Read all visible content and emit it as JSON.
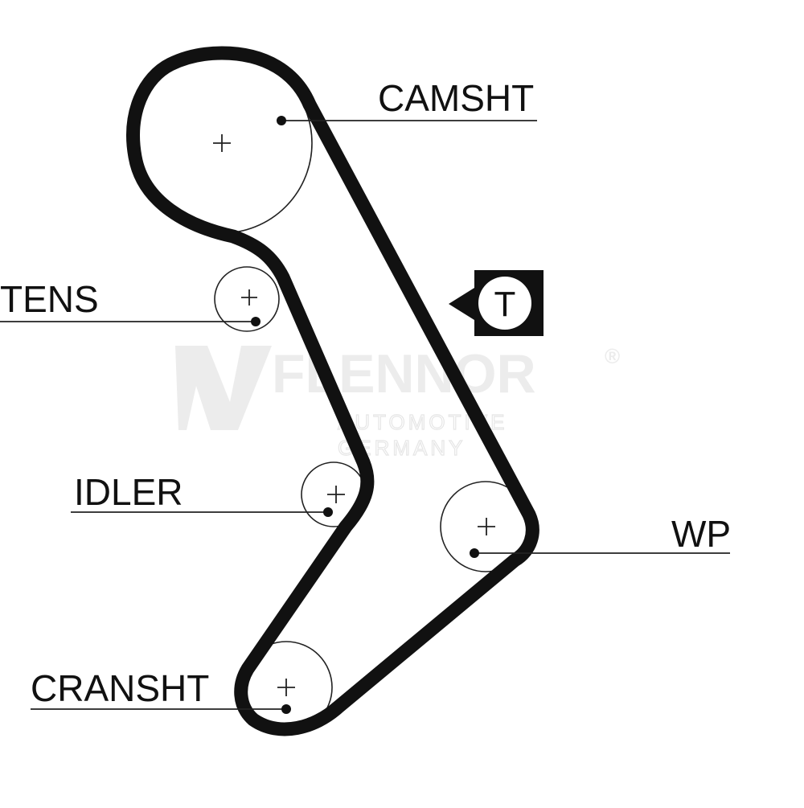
{
  "labels": {
    "camshaft": "CAMSHT",
    "tensioner": "TENS",
    "idler": "IDLER",
    "water_pump": "WP",
    "crankshaft": "CRANSHT"
  },
  "tension_badge": "T",
  "watermark": {
    "brand": "FLENNOR",
    "registered": "®",
    "line1": "AUTOMOTIVE",
    "line2": "GERMANY"
  },
  "colors": {
    "belt": "#111111",
    "lines": "#222222",
    "watermark": "#ececec",
    "background": "#ffffff"
  }
}
